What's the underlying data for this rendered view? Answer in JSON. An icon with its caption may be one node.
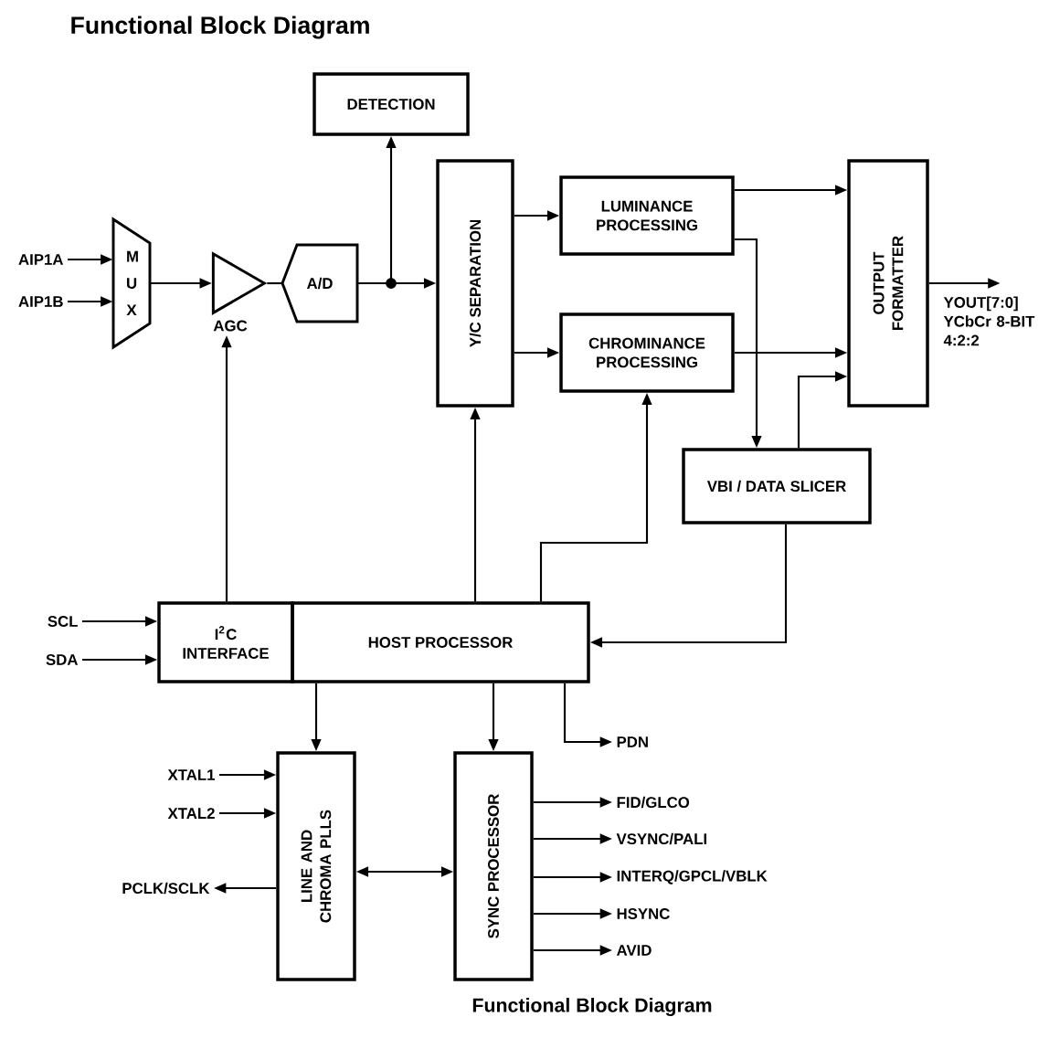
{
  "diagram": {
    "title": "Functional Block Diagram",
    "caption": "Functional Block Diagram",
    "nodes": [
      {
        "text": [
          "AIP1A"
        ]
      },
      {
        "text": [
          "AIP1B"
        ]
      },
      {
        "text": [
          "M U X"
        ]
      },
      {
        "text": [],
        "shape": "triangle",
        "beside": [
          "AGC"
        ]
      },
      {
        "text": [
          "A/D"
        ]
      },
      {
        "text": [
          "DETECTION"
        ]
      },
      {
        "text": [
          "Y/C SEPARATION"
        ]
      },
      {
        "text": [
          "LUMINANCE PROCESSING"
        ]
      },
      {
        "text": [
          "CHROMINANCE PROCESSING"
        ]
      },
      {
        "text": [
          "OUTPUT FORMATTER"
        ]
      },
      {
        "text": [
          "YOUT[7:0] YCbCr 8-BIT 4:2:2"
        ]
      },
      {
        "text": [
          "VBI / DATA SLICER"
        ]
      },
      {
        "text": [
          "SCL"
        ]
      },
      {
        "text": [
          "SDA"
        ]
      },
      {
        "text": [
          "I$^{2}$C INTERFACE"
        ]
      },
      {
        "text": [
          "HOST PROCESSOR"
        ]
      },
      {
        "text": [
          "PDN"
        ]
      },
      {
        "text": [
          "XTAL1"
        ]
      },
      {
        "text": [
          "XTAL2"
        ]
      },
      {
        "text": [
          "PCLK/SCLK"
        ]
      },
      {
        "text": [
          "LINE AND CHROMA PLLS"
        ]
      },
      {
        "text": [
          "SYNC PROCESSOR"
        ]
      },
      {
        "text": [
          "FID/GLCO"
        ]
      },
      {
        "text": [
          "VSYNC/PALI"
        ]
      },
      {
        "text": [
          "INTERQ/GPCL/VBLK"
        ]
      },
      {
        "text": [
          "HSYNC"
        ]
      },
      {
        "text": [
          "AVID"
        ]
      }
    ],
    "edges": [
      {
        "from": 0,
        "to": 2,
        "arrow": "to"
      },
      {
        "from": 1,
        "to": 2,
        "arrow": "to"
      },
      {
        "from": 2,
        "to": 3,
        "arrow": "to"
      },
      {
        "from": 3,
        "to": 4,
        "arrow": "none"
      },
      {
        "from": 4,
        "to": 6,
        "arrow": "to"
      },
      {
        "from": 4,
        "to": 5,
        "arrow": "to"
      },
      {
        "from": 6,
        "to": 7,
        "arrow": "to"
      },
      {
        "from": 6,
        "to": 8,
        "arrow": "to"
      },
      {
        "from": 7,
        "to": 9,
        "arrow": "to"
      },
      {
        "from": 7,
        "to": 11,
        "arrow": "to"
      },
      {
        "from": 8,
        "to": 9,
        "arrow": "to"
      },
      {
        "from": 11,
        "to": 9,
        "arrow": "to"
      },
      {
        "from": 9,
        "to": 10,
        "arrow": "to"
      },
      {
        "from": 14,
        "to": 3,
        "arrow": "to"
      },
      {
        "from": 15,
        "to": 6,
        "arrow": "to"
      },
      {
        "from": 15,
        "to": 8,
        "arrow": "to"
      },
      {
        "from": 11,
        "to": 15,
        "arrow": "to"
      },
      {
        "from": 12,
        "to": 14,
        "arrow": "to"
      },
      {
        "from": 13,
        "to": 14,
        "arrow": "to"
      },
      {
        "from": 15,
        "to": 20,
        "arrow": "to"
      },
      {
        "from": 15,
        "to": 21,
        "arrow": "to"
      },
      {
        "from": 15,
        "to": 16,
        "arrow": "to"
      },
      {
        "from": 17,
        "to": 20,
        "arrow": "to"
      },
      {
        "from": 18,
        "to": 20,
        "arrow": "to"
      },
      {
        "from": 20,
        "to": 19,
        "arrow": "to"
      },
      {
        "from": 20,
        "to": 21,
        "arrow": "both"
      },
      {
        "from": 21,
        "to": 22,
        "arrow": "to"
      },
      {
        "from": 21,
        "to": 23,
        "arrow": "to"
      },
      {
        "from": 21,
        "to": 24,
        "arrow": "to"
      },
      {
        "from": 21,
        "to": 25,
        "arrow": "to"
      },
      {
        "from": 21,
        "to": 26,
        "arrow": "to"
      }
    ]
  }
}
